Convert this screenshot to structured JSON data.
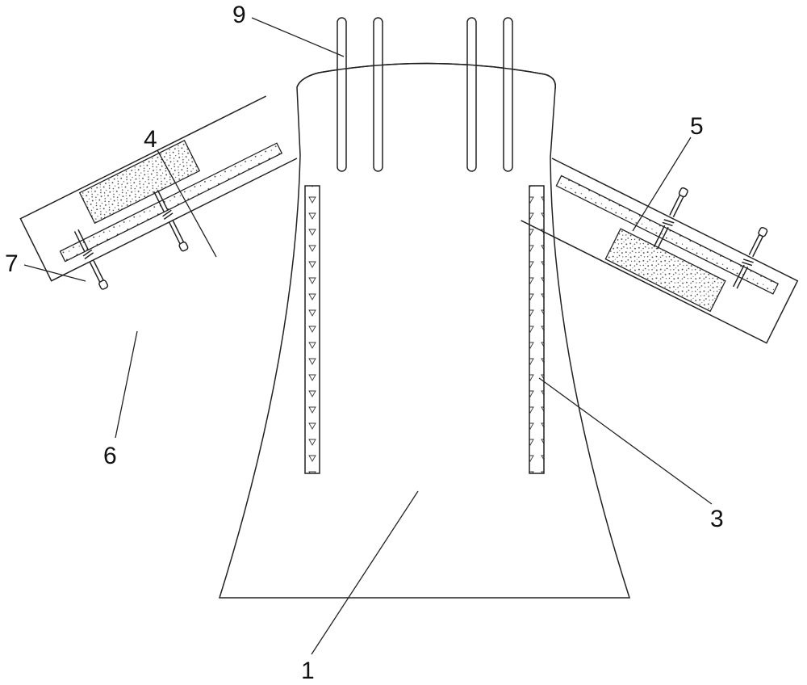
{
  "labels": {
    "main_body": "1",
    "liner_strips": "3",
    "left_arm": "4",
    "right_arm": "5",
    "filter_block": "6",
    "bolt": "7",
    "vent_tubes": "9"
  },
  "colors": {
    "stroke": "#222222",
    "background": "#ffffff"
  }
}
